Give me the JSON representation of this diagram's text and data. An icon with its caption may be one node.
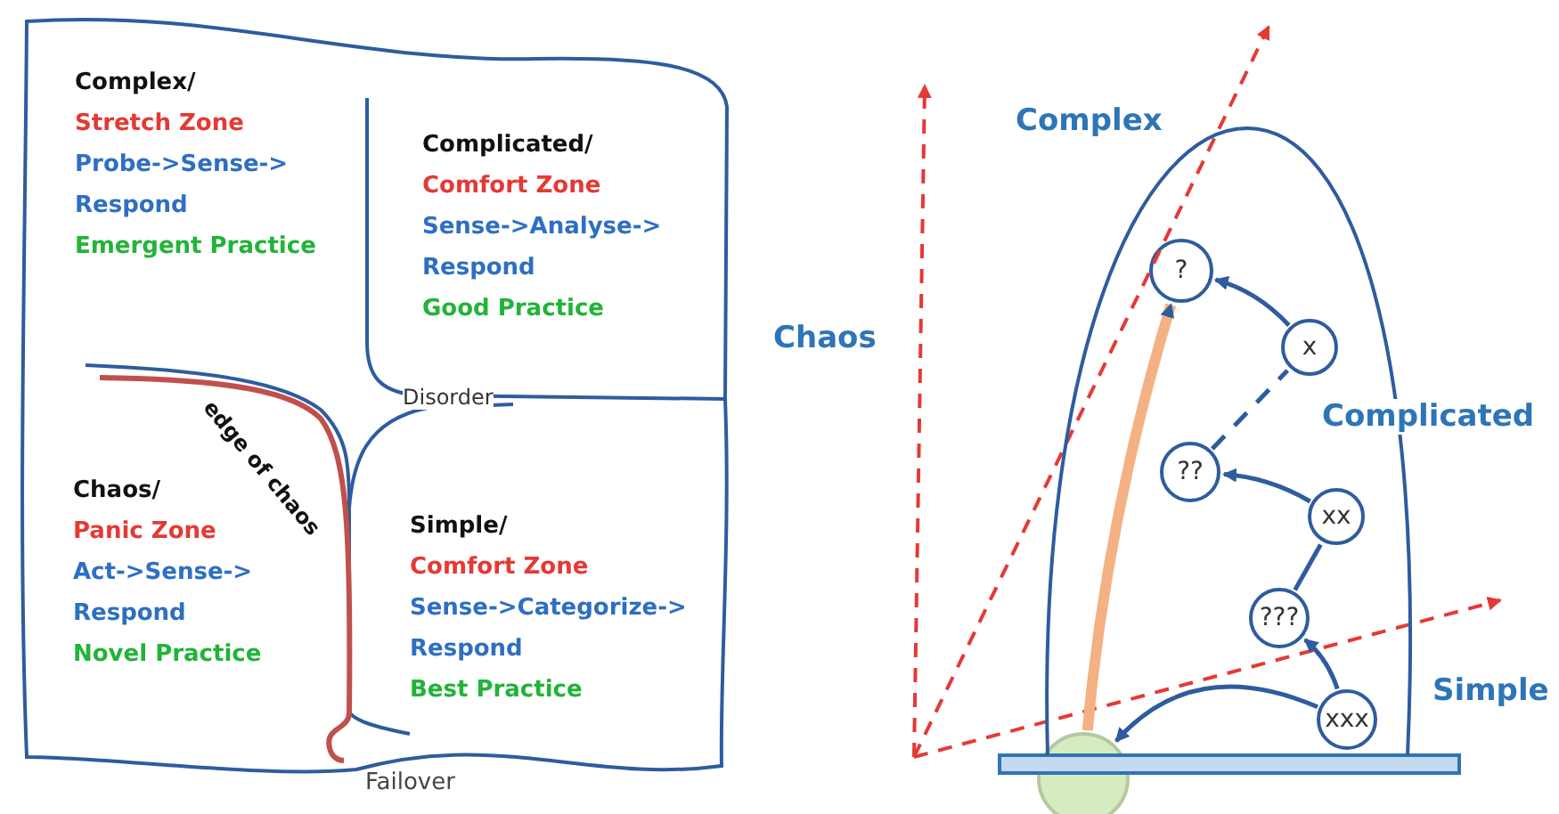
{
  "diagram": {
    "nodes": [
      {
        "text": [
          "Complex/",
          "Stretch Zone",
          "Probe->Sense-> Respond",
          "Emergent Practice"
        ]
      },
      {
        "text": [
          "Complicated/",
          "Comfort Zone",
          "Sense->Analyse-> Respond",
          "Good Practice"
        ]
      },
      {
        "text": [
          "Chaos/",
          "Panic Zone",
          "Act->Sense-> Respond",
          "Novel Practice"
        ]
      },
      {
        "text": [
          "Simple/",
          "Comfort Zone",
          "Sense->Categorize-> Respond",
          "Best Practice"
        ]
      },
      {
        "text": [
          "?"
        ]
      },
      {
        "text": [
          "x"
        ]
      },
      {
        "text": [
          "??"
        ]
      },
      {
        "text": [
          "xx"
        ]
      },
      {
        "text": [
          "???"
        ]
      },
      {
        "text": [
          "xxx"
        ]
      },
      {
        "text": [],
        "shape": "circle"
      },
      {
        "text": [],
        "shape": "bar"
      }
    ],
    "edges": [
      {
        "from": 5,
        "to": 4,
        "arrow": "to"
      },
      {
        "from": 6,
        "to": 5,
        "arrow": "none",
        "style": "dashed"
      },
      {
        "from": 7,
        "to": 6,
        "arrow": "to"
      },
      {
        "from": 8,
        "to": 7,
        "arrow": "none"
      },
      {
        "from": 9,
        "to": 8,
        "arrow": "to"
      },
      {
        "from": 10,
        "to": 4,
        "arrow": "to",
        "style": "thick",
        "color": "#f4b183"
      },
      {
        "from": 9,
        "to": 10,
        "arrow": "to"
      }
    ],
    "labels": [
      "Disorder",
      "edge of chaos",
      "Failover",
      "Complex",
      "Chaos",
      "Complicated",
      "Simple"
    ]
  }
}
